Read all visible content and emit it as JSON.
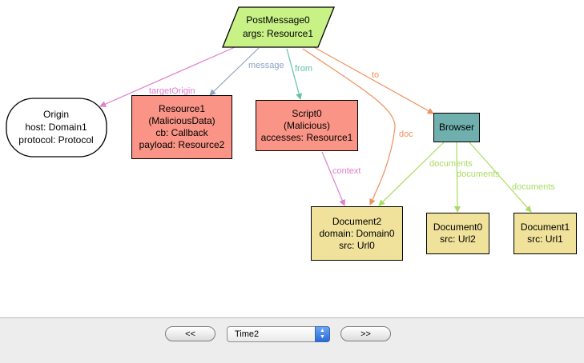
{
  "nodes": {
    "postmessage": {
      "lines": [
        "PostMessage0",
        "args: Resource1"
      ],
      "color": "#c8f286"
    },
    "origin": {
      "lines": [
        "Origin",
        "host: Domain1",
        "protocol: Protocol"
      ]
    },
    "resource1": {
      "lines": [
        "Resource1",
        "(MaliciousData)",
        "cb: Callback",
        "payload: Resource2"
      ]
    },
    "script0": {
      "lines": [
        "Script0",
        "(Malicious)",
        "accesses: Resource1"
      ]
    },
    "browser": {
      "lines": [
        "Browser"
      ]
    },
    "document2": {
      "lines": [
        "Document2",
        "domain: Domain0",
        "src: Url0"
      ]
    },
    "document0": {
      "lines": [
        "Document0",
        "src: Url2"
      ]
    },
    "document1": {
      "lines": [
        "Document1",
        "src: Url1"
      ]
    }
  },
  "edges": {
    "targetOrigin": {
      "label": "targetOrigin",
      "color": "#e07fcb"
    },
    "message": {
      "label": "message",
      "color": "#8ea2c6"
    },
    "from": {
      "label": "from",
      "color": "#5fc4a0"
    },
    "to": {
      "label": "to",
      "color": "#f0905f"
    },
    "doc": {
      "label": "doc",
      "color": "#f0905f"
    },
    "context": {
      "label": "context",
      "color": "#e07fcb"
    },
    "documents_a": {
      "label": "documents",
      "color": "#a9dc5f"
    },
    "documents_b": {
      "label": "documents",
      "color": "#a9dc5f"
    },
    "documents_c": {
      "label": "documents",
      "color": "#a9dc5f"
    }
  },
  "toolbar": {
    "prev_label": "<<",
    "next_label": ">>",
    "time_select_value": "Time2",
    "arrow_up": "▲",
    "arrow_down": "▼"
  }
}
